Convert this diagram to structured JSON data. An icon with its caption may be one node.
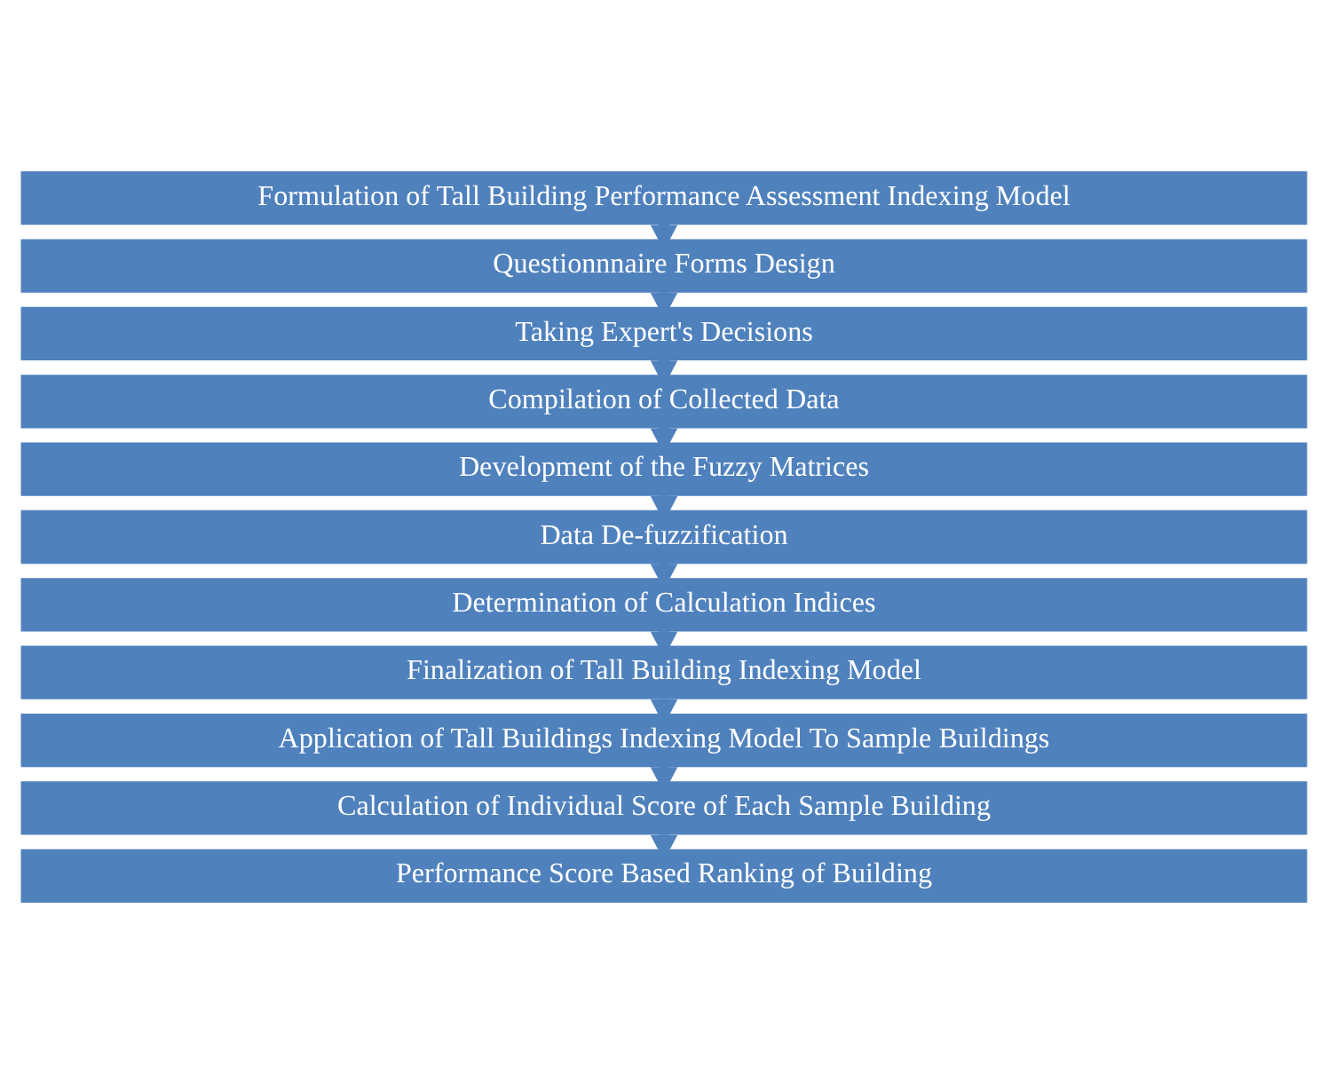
{
  "diagram": {
    "nodes": [
      {
        "text": [
          "Formulation of Tall Building Performance Assessment Indexing Model"
        ]
      },
      {
        "text": [
          "Questionnnaire Forms Design"
        ]
      },
      {
        "text": [
          "Taking Expert's Decisions"
        ]
      },
      {
        "text": [
          "Compilation of Collected Data"
        ]
      },
      {
        "text": [
          "Development of the Fuzzy Matrices"
        ]
      },
      {
        "text": [
          "Data De-fuzzification"
        ]
      },
      {
        "text": [
          "Determination of Calculation Indices"
        ]
      },
      {
        "text": [
          "Finalization of Tall Building Indexing Model"
        ]
      },
      {
        "text": [
          "Application of Tall Buildings Indexing Model To Sample Buildings"
        ]
      },
      {
        "text": [
          "Calculation of Individual Score of Each Sample Building"
        ]
      },
      {
        "text": [
          "Performance Score Based Ranking of Building"
        ]
      }
    ],
    "edges": [
      {
        "from": 0,
        "to": 1,
        "arrow": "to"
      },
      {
        "from": 1,
        "to": 2,
        "arrow": "to"
      },
      {
        "from": 2,
        "to": 3,
        "arrow": "to"
      },
      {
        "from": 3,
        "to": 4,
        "arrow": "to"
      },
      {
        "from": 4,
        "to": 5,
        "arrow": "to"
      },
      {
        "from": 5,
        "to": 6,
        "arrow": "to"
      },
      {
        "from": 6,
        "to": 7,
        "arrow": "to"
      },
      {
        "from": 7,
        "to": 8,
        "arrow": "to"
      },
      {
        "from": 8,
        "to": 9,
        "arrow": "to"
      },
      {
        "from": 9,
        "to": 10,
        "arrow": "to"
      }
    ]
  }
}
